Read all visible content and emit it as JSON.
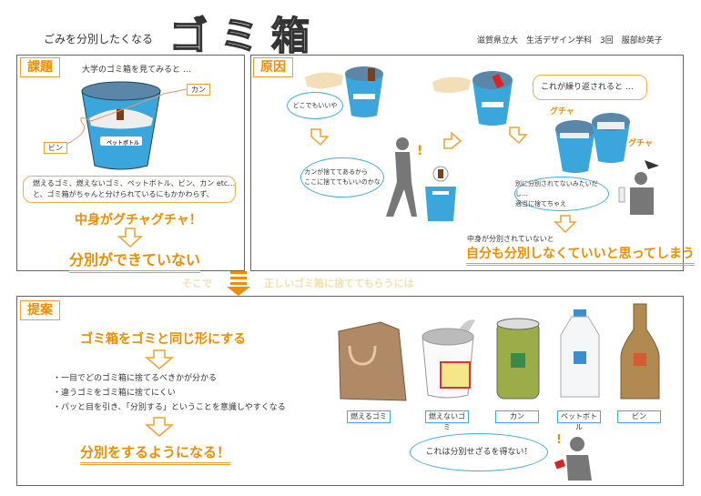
{
  "header": {
    "subtitle": "ごみを分別したくなる",
    "title": "ゴミ箱",
    "author": "滋賀県立大　生活デザイン学科　3回　服部紗英子"
  },
  "problem": {
    "tag": "課題",
    "intro": "大学のゴミ箱を見てみると …",
    "label_can": "カン",
    "label_bin": "ビン",
    "bin_label": "ペットボトル",
    "bubble_line1": "燃えるゴミ、燃えないゴミ、ペットボトル、ビン、カン etc…",
    "bubble_line2": "と、ゴミ箱がちゃんと分けられているにもかかわらず、",
    "exclaim": "中身がグチャグチャ！",
    "conclusion": "分別ができていない"
  },
  "cause": {
    "tag": "原因",
    "thought1": "どこでもいいや",
    "thought2_line1": "カンが捨ててあるから",
    "thought2_line2": "ここに捨ててもいいのかな",
    "repeat": "これが繰り返されると …",
    "gucha1": "グチャ",
    "gucha2": "グチャ",
    "thought3_line1": "別に分別されてないみたいだし…",
    "thought3_line2": "適当に捨てちゃえ",
    "lead": "中身が分別されていないと",
    "conclusion": "自分も分別しなくていいと思ってしまう",
    "exclaim_mark": "!"
  },
  "transition": {
    "left": "そこで",
    "right": "正しいゴミ箱に捨ててもらうには"
  },
  "proposal": {
    "tag": "提案",
    "headline": "ゴミ箱をゴミと同じ形にする",
    "bullets": [
      "・一目でどのゴミ箱に捨てるべきかが分かる",
      "・違うゴミをゴミ箱に捨てにくい",
      "・パッと目を引き、「分別する」ということを意識しやすくなる"
    ],
    "result": "分別をするようになる！",
    "items": [
      "燃えるゴミ",
      "燃えないゴミ",
      "カン",
      "ペットボトル",
      "ビン"
    ],
    "thought": "これは分別せざるを得ない！",
    "exclaim_mark": "!"
  },
  "colors": {
    "accent": "#f08c00",
    "bin_blue": "#3aa6dc",
    "frame": "#666666"
  }
}
